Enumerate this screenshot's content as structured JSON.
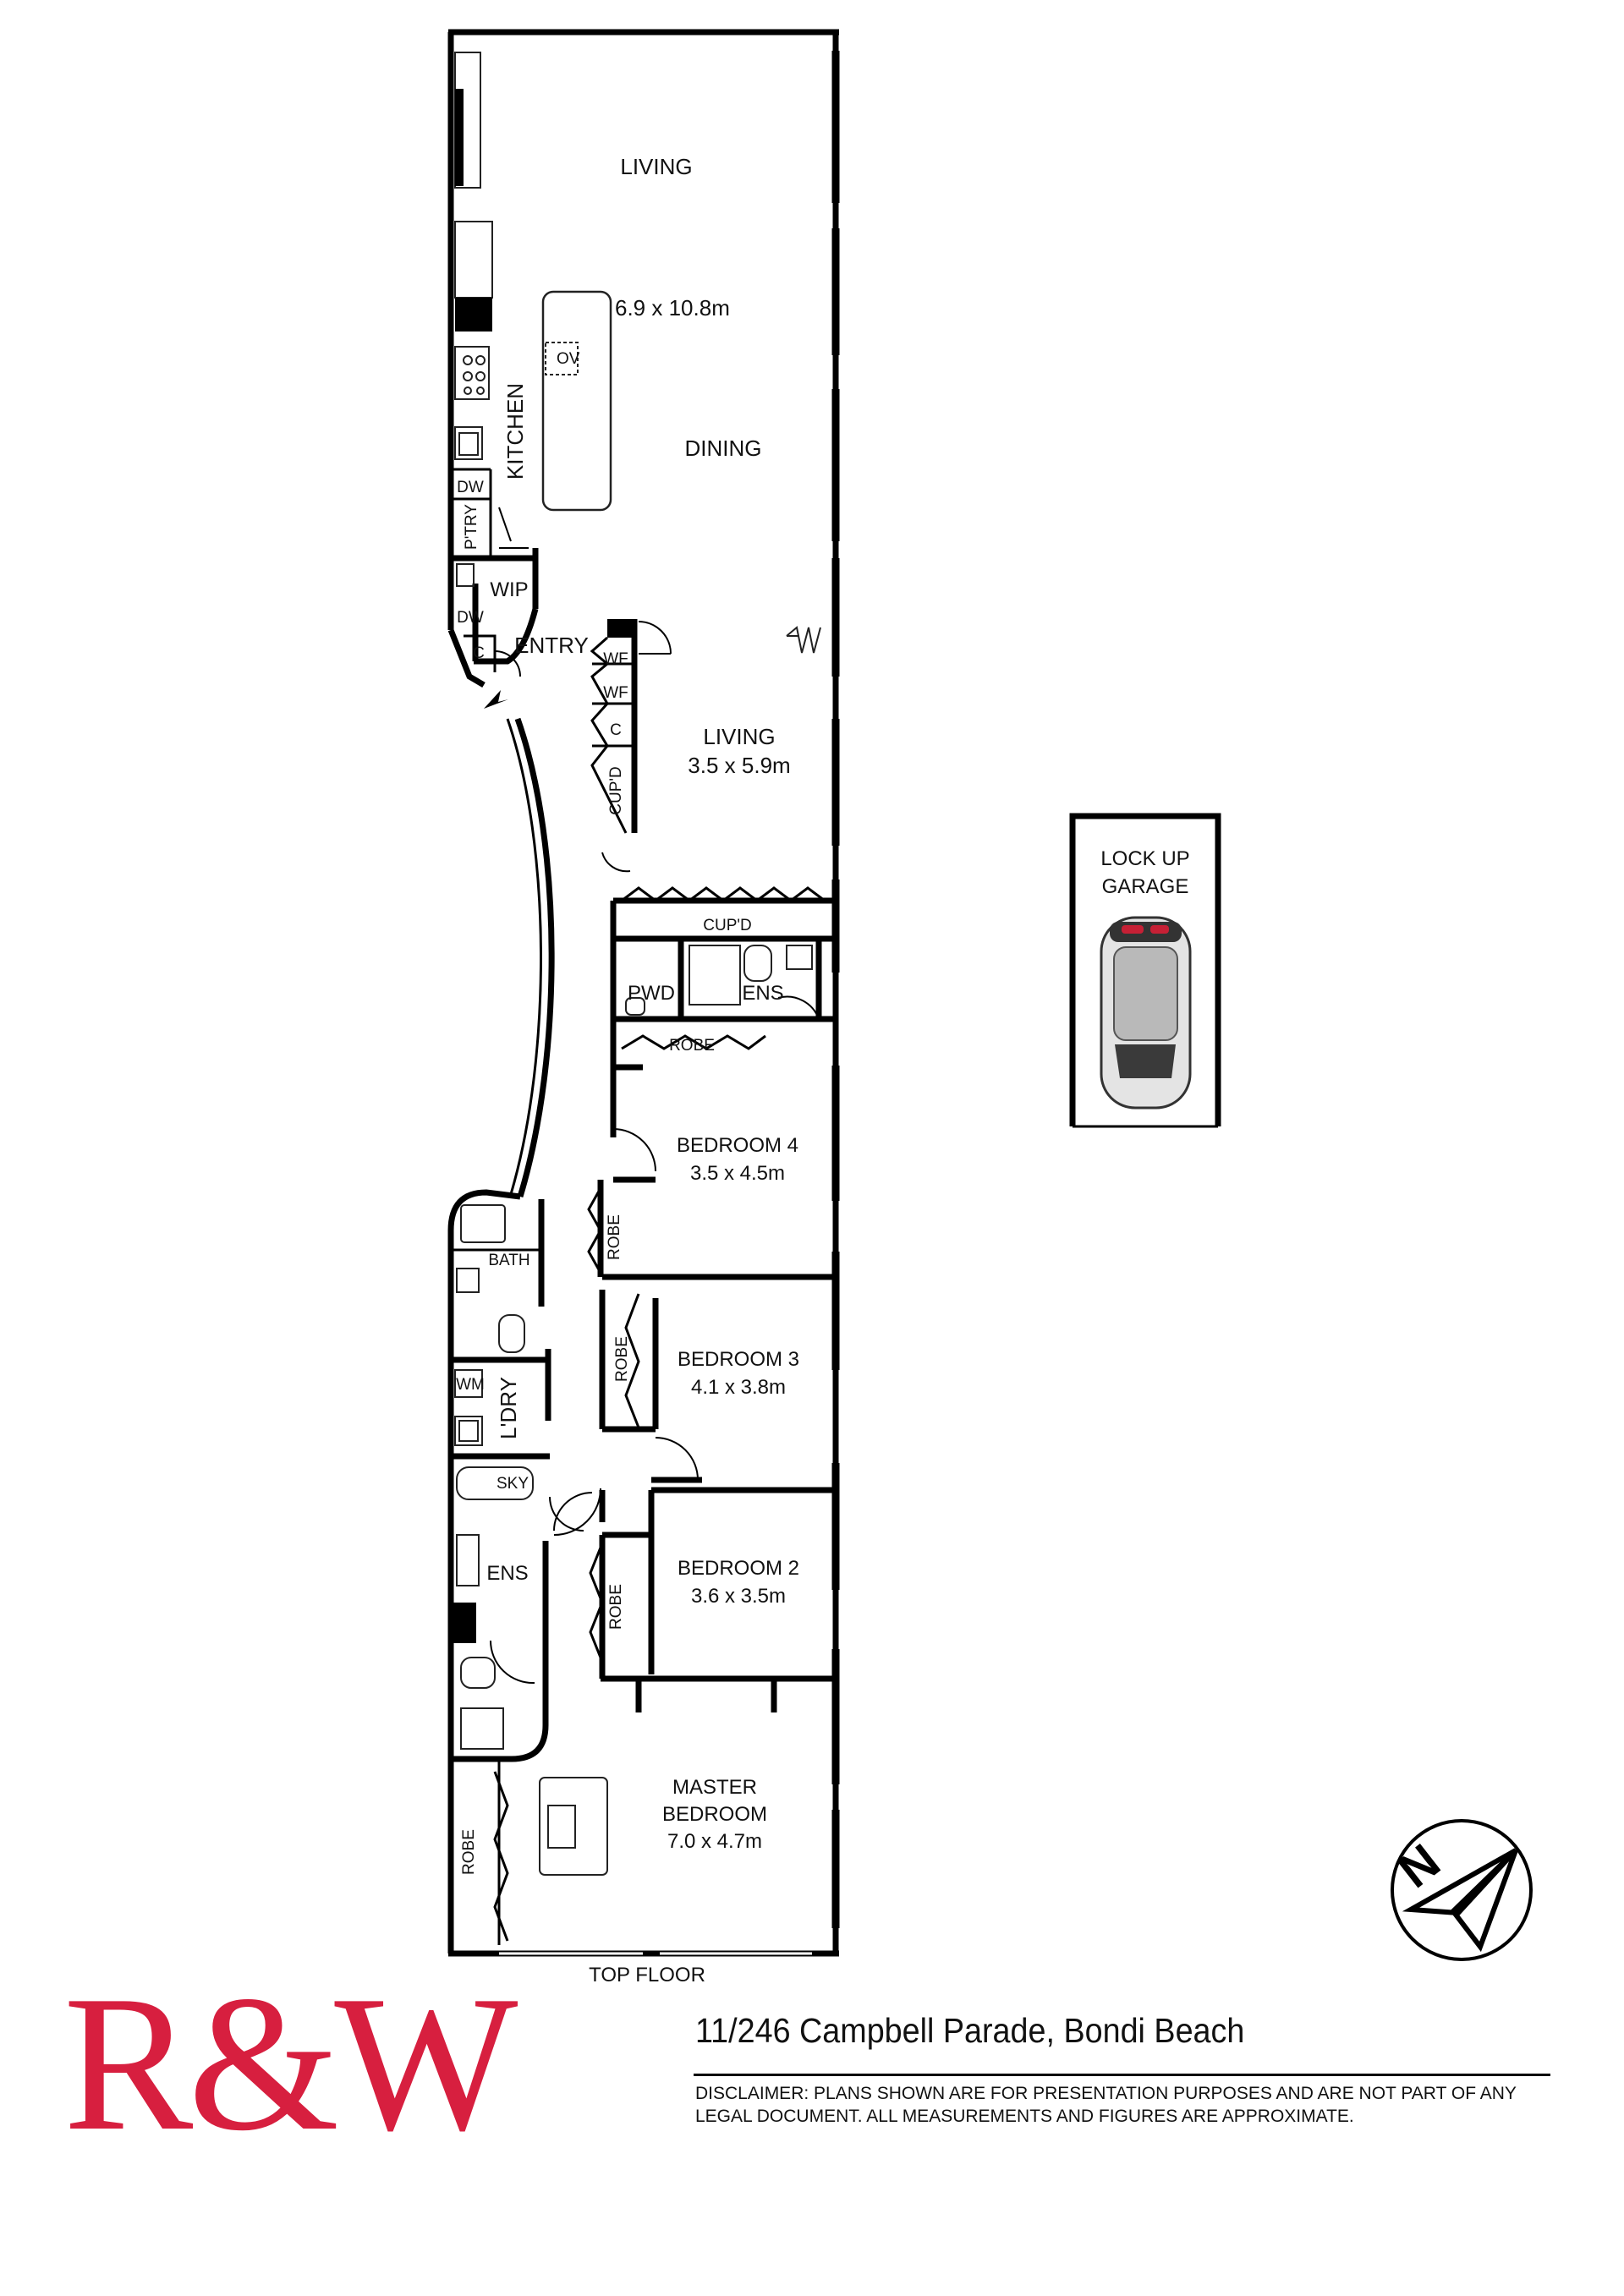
{
  "rooms": {
    "living_top": {
      "label": "LIVING"
    },
    "main_dims": "6.9 x 10.8m",
    "oven": "OV",
    "kitchen": "KITCHEN",
    "dining": "DINING",
    "dishwasher_1": "DW",
    "pantry": "P'TRY",
    "wip": "WIP",
    "dishwasher_2": "DW",
    "coat_1": "C",
    "entry": "ENTRY",
    "wf_1": "WF",
    "wf_2": "WF",
    "coat_2": "C",
    "cupd_side": "CUP'D",
    "living_2": {
      "label": "LIVING",
      "dims": "3.5 x 5.9m"
    },
    "cupd_row": "CUP'D",
    "pwd": "PWD",
    "ens_1": "ENS",
    "robe_1": "ROBE",
    "bedroom_4": {
      "label": "BEDROOM 4",
      "dims": "3.5 x 4.5m"
    },
    "robe_b4": "ROBE",
    "bath": "BATH",
    "bedroom_3": {
      "label": "BEDROOM 3",
      "dims": "4.1 x 3.8m"
    },
    "robe_b3": "ROBE",
    "wm": "WM",
    "laundry": "L'DRY",
    "sky": "SKY",
    "bedroom_2": {
      "label": "BEDROOM 2",
      "dims": "3.6 x 3.5m"
    },
    "robe_b2": "ROBE",
    "ens_2": "ENS",
    "master": {
      "label_1": "MASTER",
      "label_2": "BEDROOM",
      "dims": "7.0 x 4.7m"
    },
    "robe_master": "ROBE"
  },
  "garage": {
    "line_1": "LOCK UP",
    "line_2": "GARAGE"
  },
  "floor_label": "TOP FLOOR",
  "compass_letter": "N",
  "logo": "R&W",
  "address": "11/246 Campbell Parade, Bondi Beach",
  "disclaimer": "DISCLAIMER:  PLANS SHOWN ARE FOR PRESENTATION PURPOSES AND ARE NOT PART OF ANY LEGAL DOCUMENT. ALL MEASUREMENTS AND FIGURES ARE APPROXIMATE.",
  "colors": {
    "brand": "#d71f3f",
    "walls": "#000000",
    "background": "#ffffff"
  }
}
